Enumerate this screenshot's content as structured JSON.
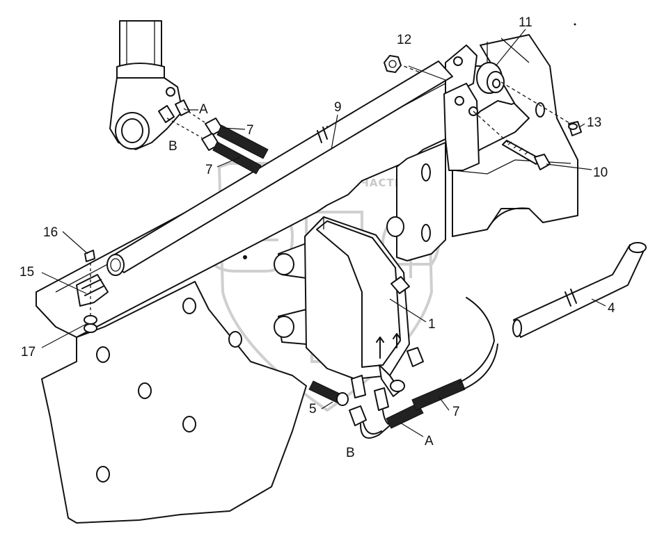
{
  "watermark": {
    "text": "ТЕХНИКА  ⚙  ЗАПЧАСТИ"
  },
  "callouts": [
    {
      "id": "c12",
      "text": "12"
    },
    {
      "id": "c11",
      "text": "11"
    },
    {
      "id": "c9",
      "text": "9"
    },
    {
      "id": "cA_top",
      "text": "A"
    },
    {
      "id": "cB_top",
      "text": "B"
    },
    {
      "id": "c7_a",
      "text": "7"
    },
    {
      "id": "c7_b",
      "text": "7"
    },
    {
      "id": "c13",
      "text": "13"
    },
    {
      "id": "c10",
      "text": "10"
    },
    {
      "id": "c16",
      "text": "16"
    },
    {
      "id": "c15",
      "text": "15"
    },
    {
      "id": "c17",
      "text": "17"
    },
    {
      "id": "c1",
      "text": "1"
    },
    {
      "id": "c4",
      "text": "4"
    },
    {
      "id": "c5",
      "text": "5"
    },
    {
      "id": "c7_c",
      "text": "7"
    },
    {
      "id": "cA_bot",
      "text": "A"
    },
    {
      "id": "cB_bot",
      "text": "B"
    }
  ],
  "colors": {
    "line": "#111111",
    "background": "#ffffff",
    "watermark": "#cfcfcf"
  }
}
